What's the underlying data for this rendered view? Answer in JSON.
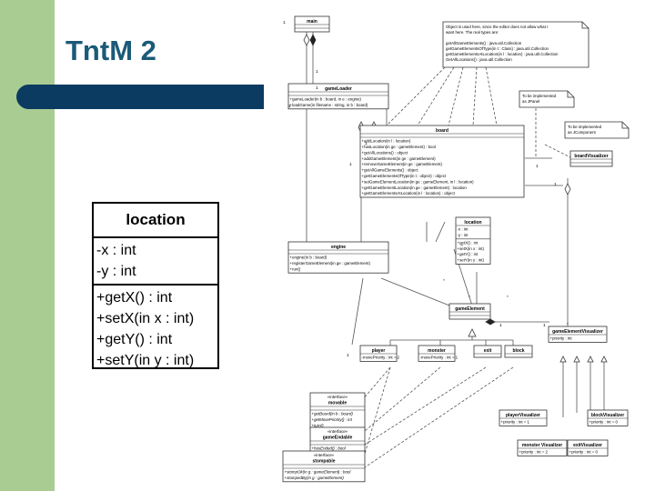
{
  "slide": {
    "title": "TntM 2"
  },
  "location_class": {
    "name": "location",
    "attributes": [
      "-x : int",
      "-y : int"
    ],
    "operations": [
      "+getX() : int",
      "+setX(in x : int)",
      "+getY() : int",
      "+setY(in y : int)"
    ]
  },
  "diagram": {
    "note_object": [
      "Object is used here, since the editor does not allow what I",
      "want here. The real types are:",
      "",
      "getAllGameElements() : java.util.Collection",
      "getGameElementsOfType(in t : Class) : java.util.Collection",
      "getGameElementsAtLocation(in l : location) : java.util.Collection",
      "GetAllLocations() : java.util.Collection"
    ],
    "note_jpanel": [
      "To be implemented",
      "as JPanel"
    ],
    "note_jcomponent": [
      "To be implemented",
      "as JComponent"
    ],
    "main": {
      "name": "main"
    },
    "gameLoader": {
      "name": "gameLoader",
      "ops": [
        "+gameLoader(in b : board, in e : engine)",
        "+loadGame(in filename : string, in b : board)"
      ]
    },
    "board": {
      "name": "board",
      "ops": [
        "+addLocation(in l : location)",
        "+hasLocation(in ge : gameElement) : bool",
        "+getAllLocations() : object",
        "+addGameElement(in ge : gameElement)",
        "+removeGameElement(in ge : gameElement)",
        "+getAllGameElements() : object",
        "+getGameElementsOfType(in t : object) : object",
        "+setGameElementLocation(in ge : gameElement, in l : location)",
        "+getGameElementLocation(in ge : gameElement) : location",
        "+getGameElementsAtLocation(in l : location) : object"
      ]
    },
    "boardVisualizer": {
      "name": "boardVisualizer"
    },
    "location": {
      "name": "location",
      "attrs": [
        "-x : int",
        "-y : int"
      ],
      "ops": [
        "+getX() : int",
        "+setX(in x : int)",
        "+getY() : int",
        "+setY(in y : int)"
      ]
    },
    "engine": {
      "name": "engine",
      "ops": [
        "+engine(in b : board)",
        "+registerGameElement(in ge : gameElement)",
        "+run()"
      ]
    },
    "gameElement": {
      "name": "gameElement"
    },
    "gameElementVisualizer": {
      "name": "gameElementVisualizer",
      "attrs": [
        "+priority : int"
      ]
    },
    "player": {
      "name": "player",
      "attrs": [
        "-movePriority : int = 2"
      ]
    },
    "monster": {
      "name": "monster",
      "attrs": [
        "-movePriority : int = 1"
      ]
    },
    "exit": {
      "name": "exit"
    },
    "block": {
      "name": "block"
    },
    "playerVisualizer": {
      "name": "playerVisualizer",
      "attrs": [
        "+priority : int = 1"
      ]
    },
    "blockVisualizer": {
      "name": "blockVisualizer",
      "attrs": [
        "+priority : int = 0"
      ]
    },
    "monsterVisualizer": {
      "name": "monster Visualizer",
      "attrs": [
        "+priority : int = 2"
      ]
    },
    "exitVisualizer": {
      "name": "exitVisualizer",
      "attrs": [
        "+priority : int = 0"
      ]
    },
    "movable": {
      "stereotype": "«interface»",
      "name": "movable",
      "ops": [
        "+getBoard(in b : board)",
        "+getMovePriority() : int",
        "+turn()"
      ]
    },
    "gameEndable": {
      "stereotype": "«interface»",
      "name": "gameEndable",
      "ops": [
        "+hasEnded() : bool"
      ]
    },
    "stompable": {
      "stereotype": "«interface»",
      "name": "stompable",
      "ops": [
        "+stompOk(in g : gameElement) : bool",
        "+stompedBy(in g : gameElement)"
      ]
    },
    "multiplicities": [
      "1",
      "1",
      "1",
      "1",
      "1",
      "1",
      "1",
      "1",
      "*",
      "*",
      "*",
      "*",
      "1",
      "1",
      "1",
      "*"
    ]
  }
}
